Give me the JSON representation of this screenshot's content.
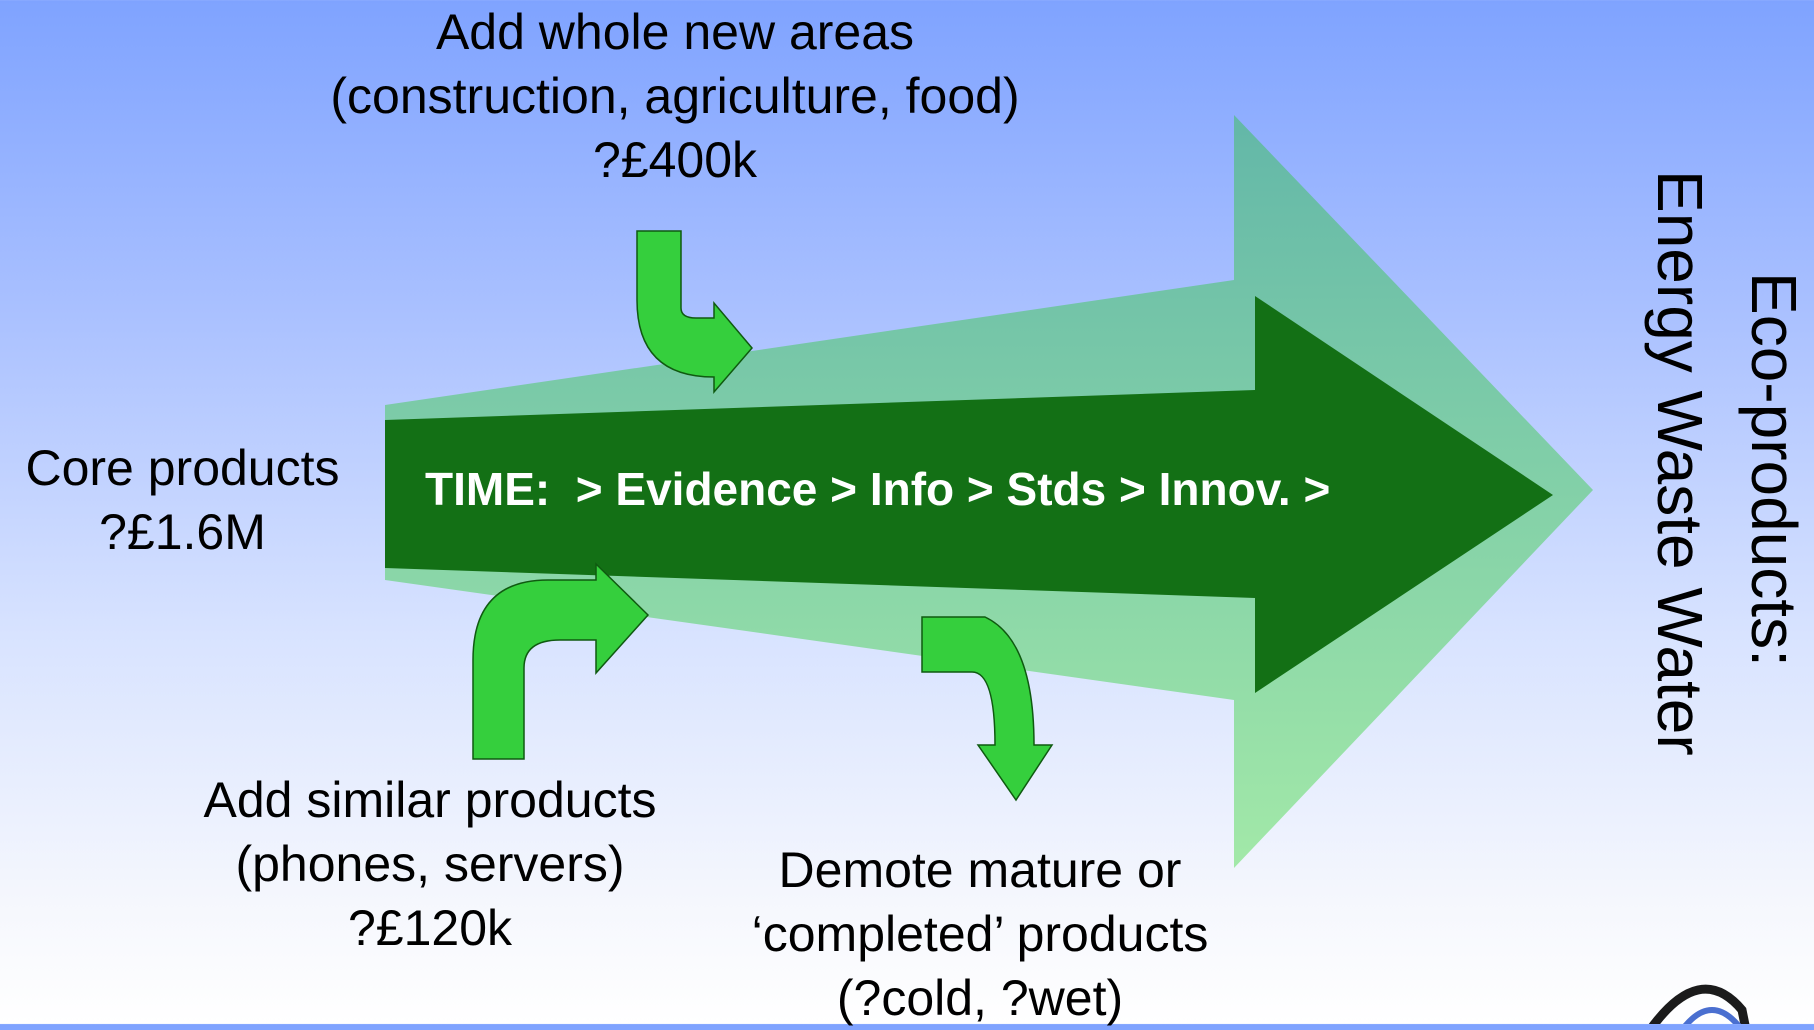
{
  "banner": {
    "text": "TIME:  > Evidence > Info > Stds > Innov. >"
  },
  "areas": {
    "add_whole": {
      "title": "Add whole new areas",
      "detail": "(construction, agriculture, food)",
      "cost": "?£400k"
    },
    "core": {
      "title": "Core products",
      "cost": "?£1.6M"
    },
    "add_similar": {
      "title": "Add similar products",
      "detail": "(phones, servers)",
      "cost": "?£120k"
    },
    "demote": {
      "title": "Demote mature or",
      "detail": "‘completed’ products",
      "note": "(?cold, ?wet)"
    }
  },
  "eco": {
    "title": "Eco-products:",
    "items": "Energy Waste Water"
  },
  "colors": {
    "big_arrow_top": "#5fb8a0",
    "big_arrow_bottom": "#9ee8a4",
    "main_arrow": "#137015",
    "small_arrow": "#35cf3d"
  }
}
